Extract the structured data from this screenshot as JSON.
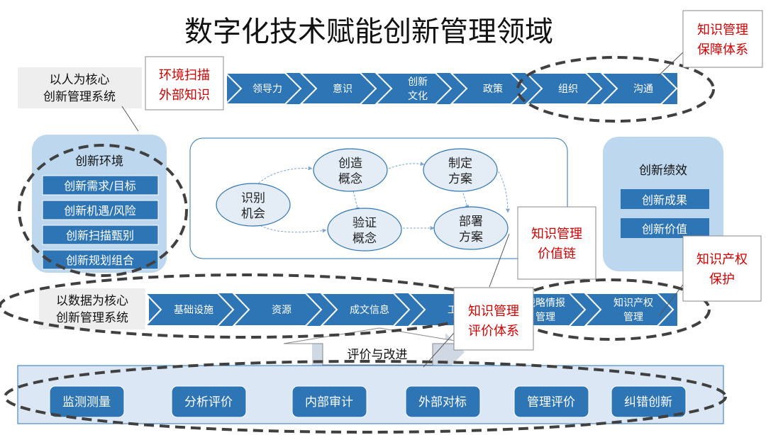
{
  "title": "数字化技术赋能创新管理领域",
  "colors": {
    "blue": "#2e75b6",
    "light_blue": "#bdd7ee",
    "pale_blue": "#dbe7f4",
    "node_fill": "#e4ecf5",
    "red": "#d40000",
    "dash": "#404040"
  },
  "top_row": {
    "label_lines": [
      "以人为核心",
      "创新管理系统"
    ],
    "red_lines": [
      "环境扫描",
      "外部知识"
    ],
    "chevrons": [
      [
        "领导力"
      ],
      [
        "意识"
      ],
      [
        "创新",
        "文化"
      ],
      [
        "政策"
      ],
      [
        "组织"
      ],
      [
        "沟通"
      ]
    ]
  },
  "callouts": {
    "guarantee": [
      "知识管理",
      "保障体系"
    ],
    "value_chain": [
      "知识管理",
      "价值链"
    ],
    "ip": [
      "知识产权",
      "保护"
    ],
    "evaluation": [
      "知识管理",
      "评价体系"
    ]
  },
  "environment": {
    "title": "创新环境",
    "items": [
      "创新需求/目标",
      "创新机遇/风险",
      "创新扫描甄别",
      "创新规划组合"
    ]
  },
  "process": {
    "nodes": [
      [
        "识别",
        "机会"
      ],
      [
        "创造",
        "概念"
      ],
      [
        "制定",
        "方案"
      ],
      [
        "验证",
        "概念"
      ],
      [
        "部署",
        "方案"
      ]
    ]
  },
  "performance": {
    "title": "创新绩效",
    "items": [
      "创新成果",
      "创新价值"
    ]
  },
  "data_row": {
    "label_lines": [
      "以数据为核心",
      "创新管理系统"
    ],
    "chevrons": [
      [
        "基础设施"
      ],
      [
        "资源"
      ],
      [
        "成文信息"
      ],
      [
        "工具"
      ],
      [
        "战略情报",
        "管理"
      ],
      [
        "知识产权",
        "管理"
      ]
    ]
  },
  "evaluation": {
    "label": "评价与改进",
    "items": [
      "监测测量",
      "分析评价",
      "内部审计",
      "外部对标",
      "管理评价",
      "纠错创新"
    ]
  }
}
